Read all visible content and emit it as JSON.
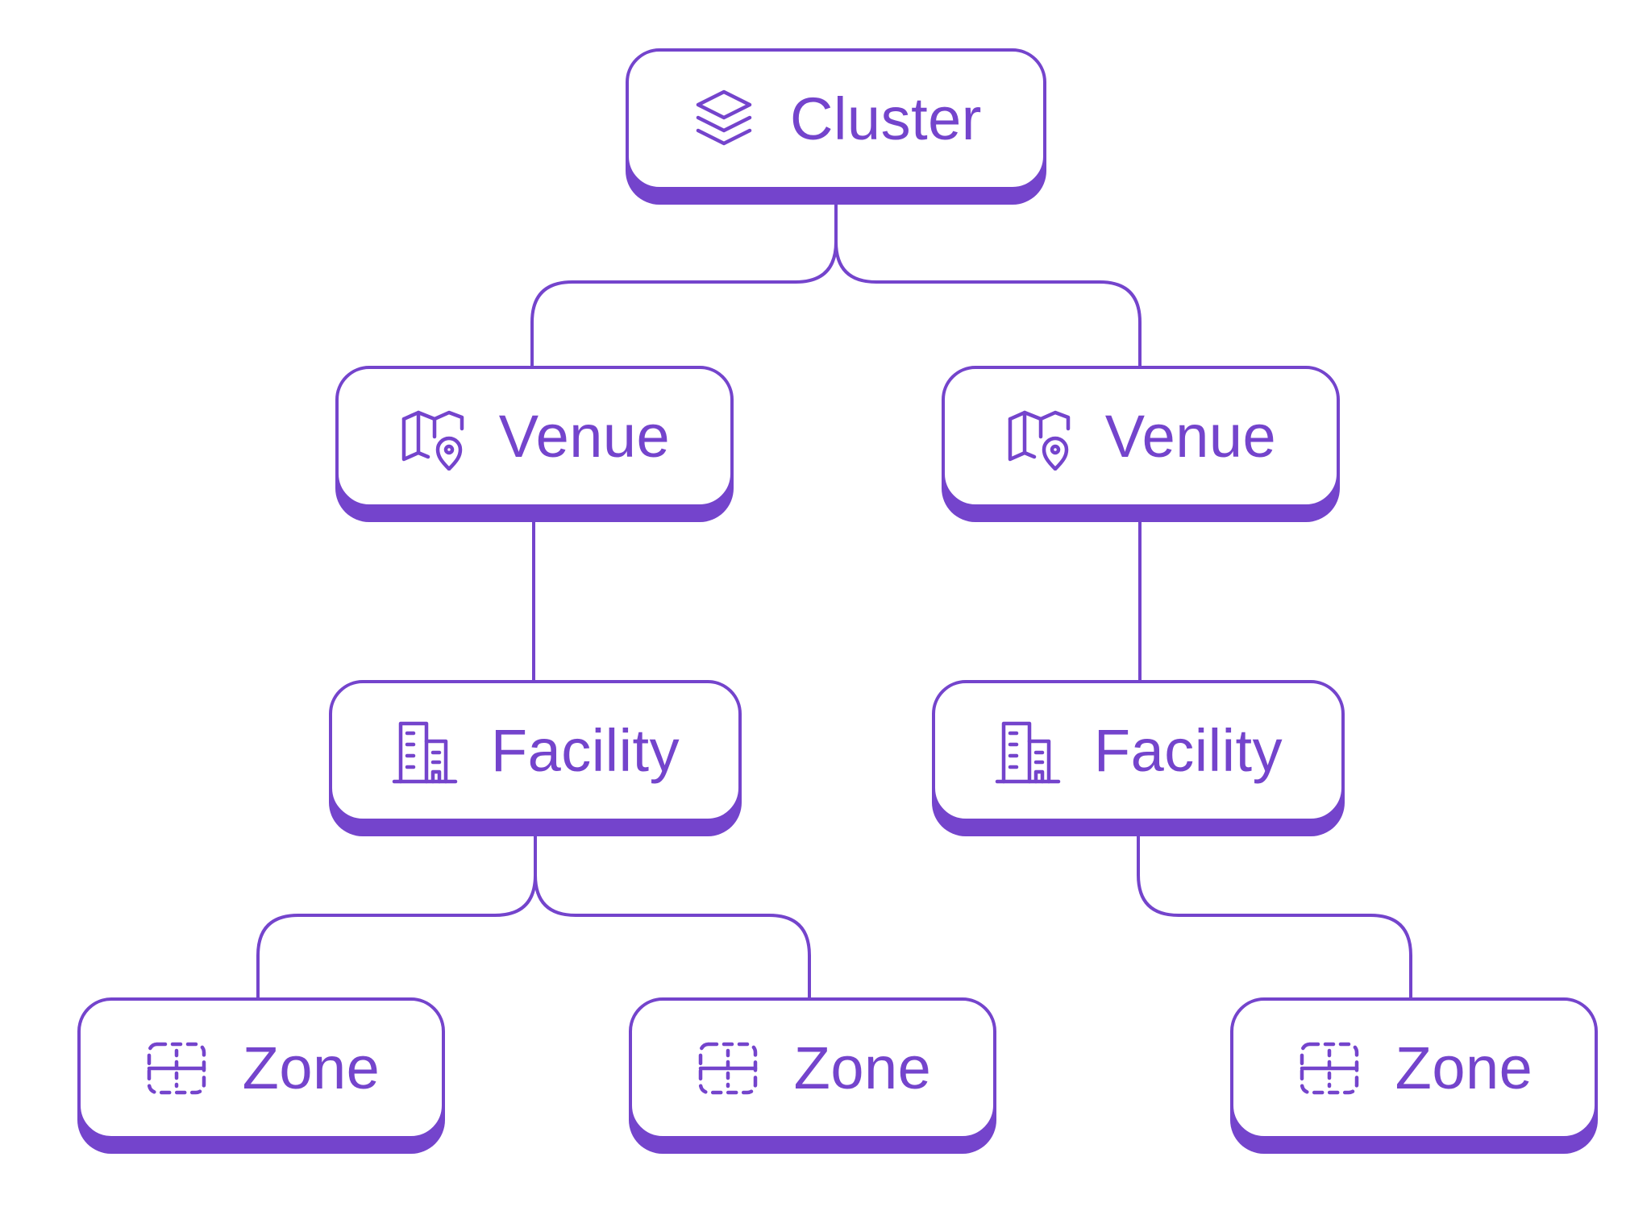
{
  "diagram": {
    "type": "hierarchy-tree",
    "accent_color": "#7444cc",
    "background_color": "#ffffff",
    "nodes": {
      "cluster": {
        "label": "Cluster",
        "icon": "layers-stack-icon"
      },
      "venue_1": {
        "label": "Venue",
        "icon": "map-pin-icon"
      },
      "venue_2": {
        "label": "Venue",
        "icon": "map-pin-icon"
      },
      "facility_1": {
        "label": "Facility",
        "icon": "buildings-icon"
      },
      "facility_2": {
        "label": "Facility",
        "icon": "buildings-icon"
      },
      "zone_1": {
        "label": "Zone",
        "icon": "dashed-area-icon"
      },
      "zone_2": {
        "label": "Zone",
        "icon": "dashed-area-icon"
      },
      "zone_3": {
        "label": "Zone",
        "icon": "dashed-area-icon"
      }
    },
    "edges": [
      {
        "from": "cluster",
        "to": "venue_1"
      },
      {
        "from": "cluster",
        "to": "venue_2"
      },
      {
        "from": "venue_1",
        "to": "facility_1"
      },
      {
        "from": "venue_2",
        "to": "facility_2"
      },
      {
        "from": "facility_1",
        "to": "zone_1"
      },
      {
        "from": "facility_1",
        "to": "zone_2"
      },
      {
        "from": "facility_2",
        "to": "zone_3"
      }
    ]
  }
}
